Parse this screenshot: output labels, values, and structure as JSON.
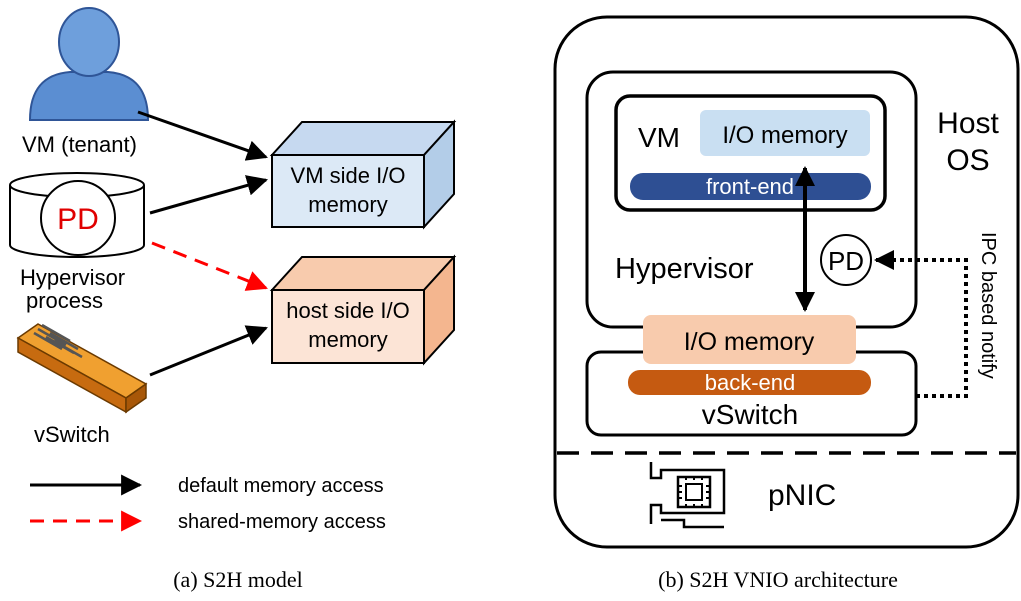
{
  "left_panel": {
    "caption": "(a) S2H model",
    "vm_label": "VM (tenant)",
    "pd_badge": "PD",
    "hypervisor_label_line1": "Hypervisor",
    "hypervisor_label_line2": "process",
    "vswitch_label": "vSwitch",
    "vm_memory_line1": "VM side I/O",
    "vm_memory_line2": "memory",
    "host_memory_line1": "host side I/O",
    "host_memory_line2": "memory",
    "legend_default": "default memory access",
    "legend_shared": "shared-memory access"
  },
  "right_panel": {
    "caption": "(b) S2H VNIO architecture",
    "host_os_line1": "Host",
    "host_os_line2": "OS",
    "vm_label": "VM",
    "vm_io_memory": "I/O memory",
    "front_end": "front-end",
    "hypervisor_label": "Hypervisor",
    "pd_badge": "PD",
    "io_memory": "I/O memory",
    "back_end": "back-end",
    "vswitch_label": "vSwitch",
    "pnic_label": "pNIC",
    "ipc_label": "IPC based  notify"
  },
  "colors": {
    "vm_box_face": "#dce9f6",
    "vm_box_top": "#c6d9f0",
    "vm_box_side": "#b3cde8",
    "host_box_face": "#fce4d6",
    "host_box_top": "#f8cbad",
    "host_box_side": "#f4b68f",
    "front_end_bar": "#2e4f93",
    "back_end_bar": "#c55a11",
    "vm_io_memory_fill": "#c9dff2",
    "io_memory_fill": "#f8cbad",
    "pd_red": "#e00000",
    "shared_arrow": "#ff0000",
    "user_icon": "#5b8ed2"
  }
}
